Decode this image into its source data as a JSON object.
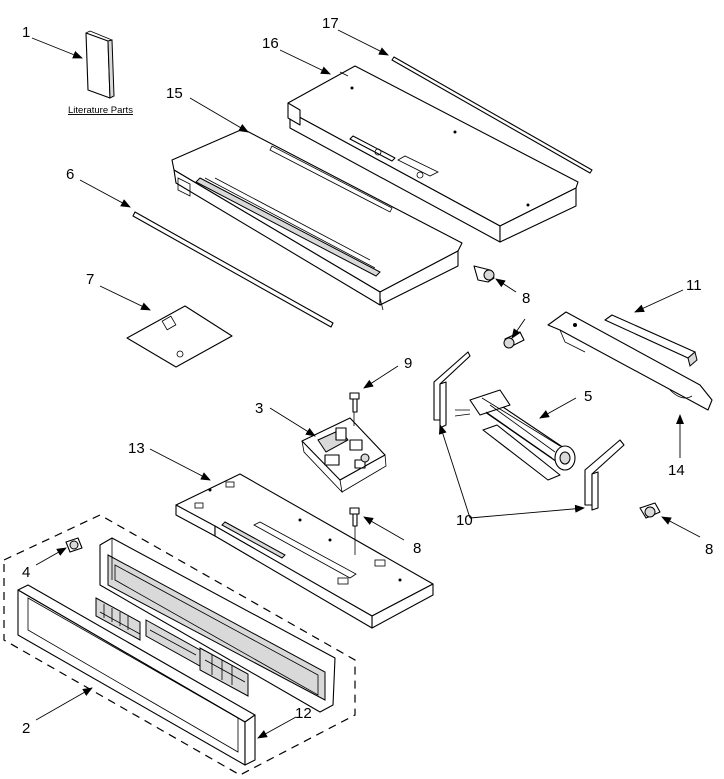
{
  "literature_label": "Literature Parts",
  "callouts": {
    "c1": "1",
    "c2": "2",
    "c3": "3",
    "c4": "4",
    "c5": "5",
    "c6": "6",
    "c7": "7",
    "c8a": "8",
    "c8b": "8",
    "c8c": "8",
    "c9": "9",
    "c10": "10",
    "c11": "11",
    "c12": "12",
    "c13": "13",
    "c14": "14",
    "c15": "15",
    "c16": "16",
    "c17": "17"
  }
}
